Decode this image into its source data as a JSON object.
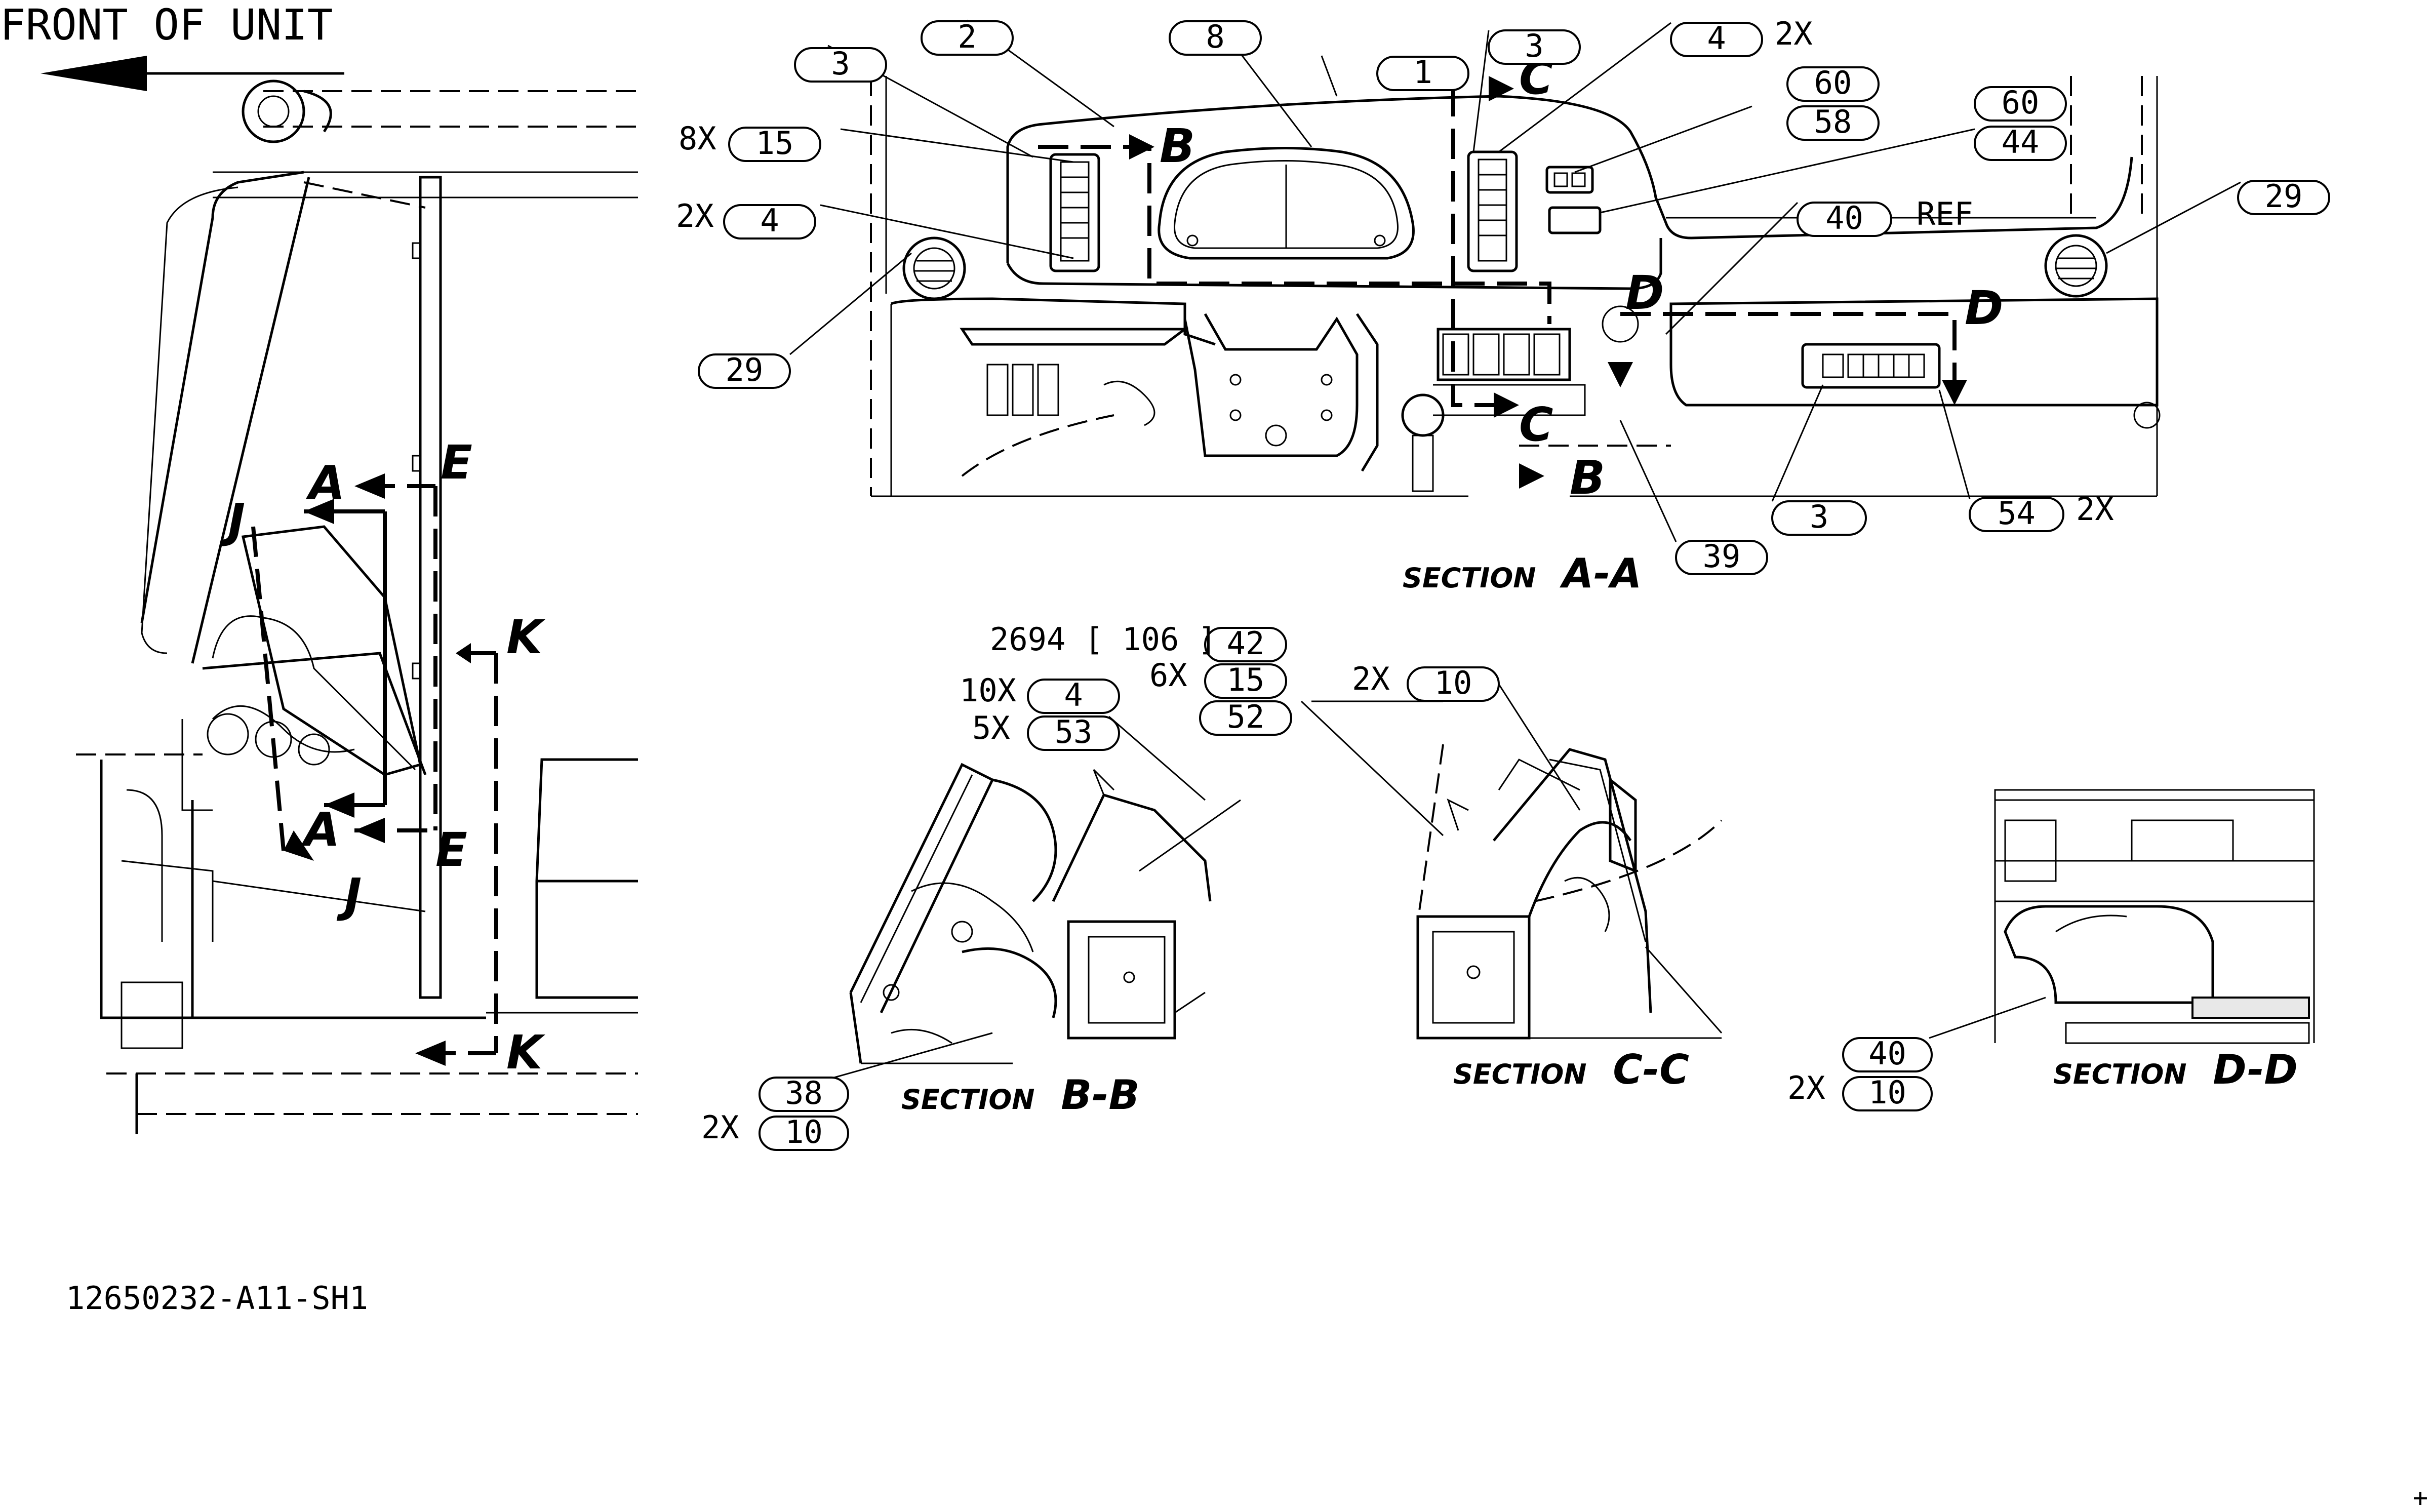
{
  "header": {
    "front_label": "FRONT OF UNIT",
    "drawing_number": "12650232-A11-SH1",
    "corner_mark": "+"
  },
  "balloons": [
    {
      "id": "b1",
      "num": "3"
    },
    {
      "id": "b2",
      "num": "2"
    },
    {
      "id": "b3",
      "num": "8"
    },
    {
      "id": "b4",
      "num": "1"
    },
    {
      "id": "b5",
      "num": "3"
    },
    {
      "id": "b6",
      "num": "4",
      "qty": "2X"
    },
    {
      "id": "b7",
      "num": "60"
    },
    {
      "id": "b8",
      "num": "58"
    },
    {
      "id": "b9",
      "num": "60"
    },
    {
      "id": "b10",
      "num": "44"
    },
    {
      "id": "b11",
      "num": "15",
      "qty": "8X"
    },
    {
      "id": "b12",
      "num": "4",
      "qty": "2X"
    },
    {
      "id": "b13",
      "num": "40",
      "suffix": "REF"
    },
    {
      "id": "b14",
      "num": "29"
    },
    {
      "id": "b15",
      "num": "29"
    },
    {
      "id": "b16",
      "num": "3"
    },
    {
      "id": "b17",
      "num": "54",
      "qty": "2X"
    },
    {
      "id": "b18",
      "num": "39"
    },
    {
      "id": "b19",
      "num": "42",
      "prefix": "2694 [ 106 ]"
    },
    {
      "id": "b20",
      "num": "4",
      "qty": "10X"
    },
    {
      "id": "b21",
      "num": "15",
      "qty": "6X"
    },
    {
      "id": "b22",
      "num": "10",
      "qty": "2X"
    },
    {
      "id": "b23",
      "num": "53",
      "qty": "5X"
    },
    {
      "id": "b24",
      "num": "52"
    },
    {
      "id": "b25",
      "num": "38"
    },
    {
      "id": "b26",
      "num": "10",
      "qty": "2X"
    },
    {
      "id": "b27",
      "num": "40"
    },
    {
      "id": "b28",
      "num": "10",
      "qty": "2X"
    }
  ],
  "section_letters": {
    "A": "A",
    "B": "B",
    "C": "C",
    "D": "D",
    "E": "E",
    "J": "J",
    "K": "K"
  },
  "section_titles": [
    {
      "word": "SECTION",
      "letters": "A-A"
    },
    {
      "word": "SECTION",
      "letters": "B-B"
    },
    {
      "word": "SECTION",
      "letters": "C-C"
    },
    {
      "word": "SECTION",
      "letters": "D-D"
    }
  ]
}
